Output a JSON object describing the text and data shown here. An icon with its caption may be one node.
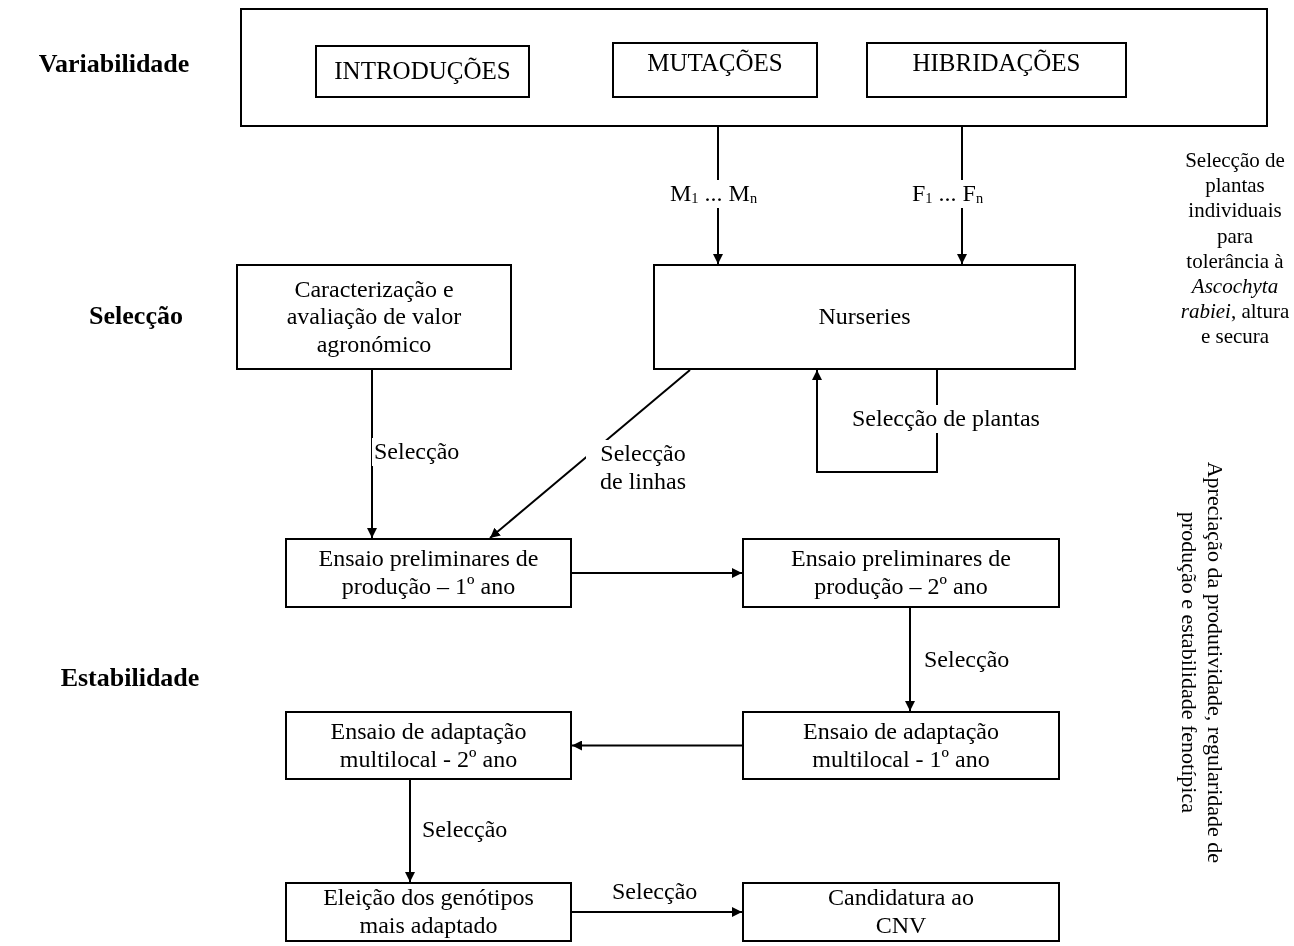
{
  "diagram": {
    "nodes": [
      {
        "text": [],
        "shape": "box"
      },
      {
        "text": [
          "INTRODUÇÕES"
        ],
        "in": 0
      },
      {
        "text": [
          "MUTAÇÕES"
        ],
        "in": 0
      },
      {
        "text": [
          "HIBRIDAÇÕES"
        ],
        "in": 0
      },
      {
        "text": [
          "Caracterização e avaliação de valor agronómico"
        ]
      },
      {
        "text": [
          "Nurseries"
        ]
      },
      {
        "text": [
          "Ensaio preliminares de produção – 1º ano"
        ]
      },
      {
        "text": [
          "Ensaio preliminares de produção – 2º ano"
        ]
      },
      {
        "text": [
          "Ensaio de adaptação multilocal - 2º ano"
        ]
      },
      {
        "text": [
          "Ensaio de adaptação multilocal - 1º ano"
        ]
      },
      {
        "text": [
          "Eleição dos genótipos mais adaptado"
        ]
      },
      {
        "text": [
          "Candidatura ao CNV"
        ]
      }
    ],
    "edges": [
      {
        "from": 0,
        "to": 5,
        "arrow": "to",
        "label": "M$_{1}$ ... M$_{n}$"
      },
      {
        "from": 0,
        "to": 5,
        "arrow": "to",
        "label": "F$_{1}$ ... F$_{n}$"
      },
      {
        "from": 4,
        "to": 6,
        "arrow": "to",
        "label": "Selecção"
      },
      {
        "from": 5,
        "to": 6,
        "arrow": "to",
        "label": "Selecção de linhas"
      },
      {
        "from": 5,
        "to": 5,
        "arrow": "to",
        "label": "Selecção de plantas"
      },
      {
        "from": 6,
        "to": 7,
        "arrow": "to"
      },
      {
        "from": 7,
        "to": 9,
        "arrow": "to",
        "label": "Selecção"
      },
      {
        "from": 9,
        "to": 8,
        "arrow": "to"
      },
      {
        "from": 8,
        "to": 10,
        "arrow": "to",
        "label": "Selecção"
      },
      {
        "from": 10,
        "to": 11,
        "arrow": "to",
        "label": "Selecção"
      }
    ],
    "labels": [
      "Variabilidade",
      "Selecção",
      "Estabilidade",
      "Selecção de plantas individuais para tolerância à *Ascochyta rabiei*, altura e secura",
      "Apreciação da produtividade, regularidade de produção e estabilidade fenotípica"
    ]
  }
}
